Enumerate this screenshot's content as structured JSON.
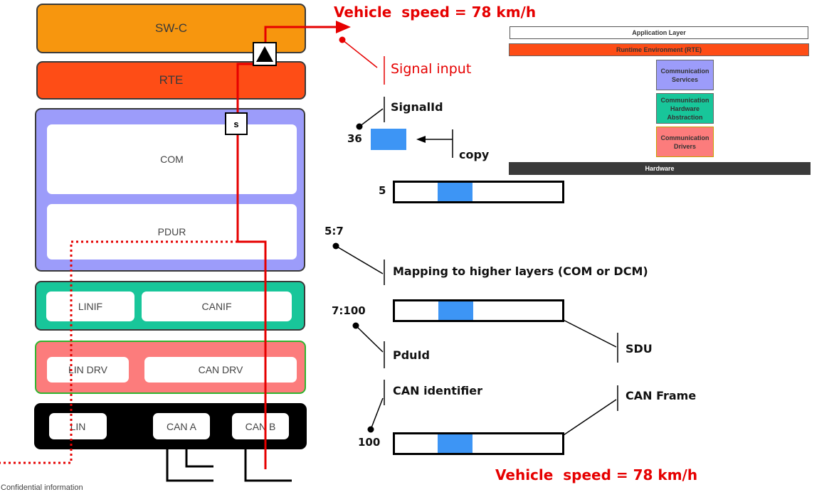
{
  "stack": {
    "swc": "SW-C",
    "rte": "RTE",
    "com": "COM",
    "pdur": "PDUR",
    "linif": "LINIF",
    "canif": "CANIF",
    "lindrv": "LIN DRV",
    "candrv": "CAN DRV",
    "lin": "LIN",
    "cana": "CAN A",
    "canb": "CAN B"
  },
  "markers": {
    "s": "s"
  },
  "speed_top": "Vehicle  speed = 78 km/h",
  "speed_bottom": "Vehicle  speed = 78 km/h",
  "labels": {
    "signal_input": "Signal input",
    "signal_id": "SignalId",
    "copy": "copy",
    "mapping": "Mapping to higher layers (COM or DCM)",
    "sdu": "SDU",
    "pduid": "PduId",
    "can_identifier": "CAN identifier",
    "can_frame": "CAN Frame"
  },
  "numbers": {
    "n36": "36",
    "n5": "5",
    "n57": "5:7",
    "n7100": "7:100",
    "n100": "100"
  },
  "reference": {
    "app": "Application Layer",
    "rte": "Runtime Environment (RTE)",
    "comserv": "Communication Services",
    "comhw": "Communication Hardware Abstraction",
    "comdrv": "Communication Drivers",
    "hardware": "Hardware"
  },
  "footer": "Confidential information",
  "colors": {
    "swc": "#f7960e",
    "rte": "#fe4d16",
    "com_layer": "#9c9cfa",
    "if_layer": "#18c69a",
    "drv_layer": "#fc7c7c",
    "bus_layer": "#000000",
    "signal": "#e60000",
    "cell": "#3d95f5"
  }
}
